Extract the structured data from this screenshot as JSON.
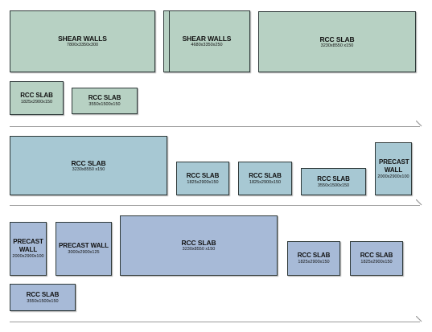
{
  "colors": {
    "row1": "#b7d1c3",
    "row2": "#a7c8d3",
    "row3": "#a7bad7",
    "border": "#2f3a3a",
    "line": "#9a9a9a"
  },
  "row1": [
    {
      "name": "SHEAR WALLS",
      "dims": "7800x3350x300"
    },
    {
      "name": "SHEAR WALLS",
      "dims": "4680x3350x250"
    },
    {
      "name": "RCC SLAB",
      "dims": "3230x8550 x150"
    },
    {
      "name": "RCC SLAB",
      "dims": "1825x2900x150"
    },
    {
      "name": "RCC SLAB",
      "dims": "3550x1500x150"
    }
  ],
  "row2": [
    {
      "name": "RCC SLAB",
      "dims": "3230x8550 x150"
    },
    {
      "name": "RCC SLAB",
      "dims": "1825x2900x150"
    },
    {
      "name": "RCC SLAB",
      "dims": "1825x2900x150"
    },
    {
      "name": "RCC SLAB",
      "dims": "3550x1500x150"
    },
    {
      "name": "PRECAST WALL",
      "dims": "2000x2900x100"
    }
  ],
  "row3": [
    {
      "name": "PRECAST WALL",
      "dims": "2000x2900x100"
    },
    {
      "name": "PRECAST WALL",
      "dims": "3000x2900x125"
    },
    {
      "name": "RCC SLAB",
      "dims": "3230x8550 x150"
    },
    {
      "name": "RCC SLAB",
      "dims": "1825x2900x150"
    },
    {
      "name": "RCC SLAB",
      "dims": "1825x2900x150"
    },
    {
      "name": "RCC SLAB",
      "dims": "3550x1500x150"
    }
  ]
}
